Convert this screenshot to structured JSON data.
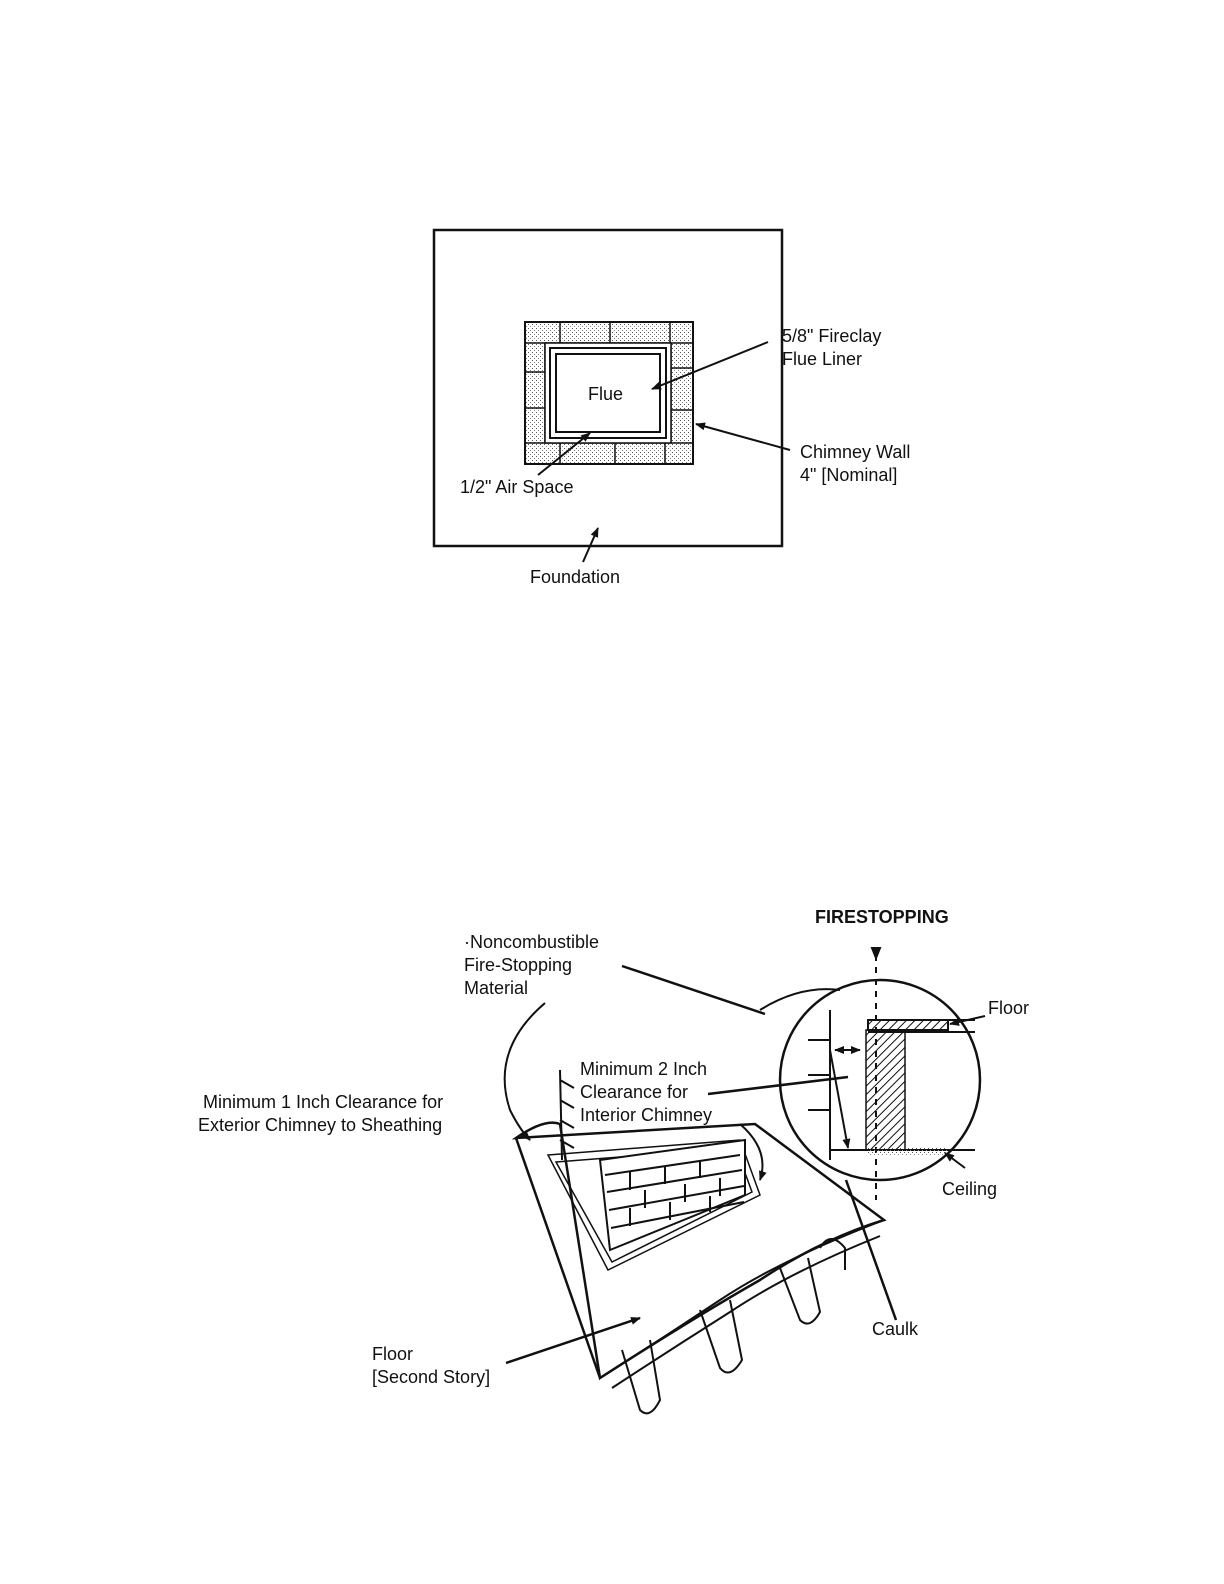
{
  "plan_view": {
    "labels": {
      "flue": "Flue",
      "liner": "5/8\" Fireclay\nFlue Liner",
      "wall": "Chimney Wall\n4\" [Nominal]",
      "air_space": "1/2\" Air Space",
      "foundation": "Foundation"
    }
  },
  "firestop_view": {
    "labels": {
      "title": "FIRESTOPPING",
      "material": "·Noncombustible\nFire-Stopping\nMaterial",
      "interior": "Minimum 2 Inch\nClearance for\nInterior Chimney",
      "exterior": " Minimum 1 Inch Clearance for\nExterior Chimney to Sheathing",
      "floor_upper": "Floor",
      "ceiling": "Ceiling",
      "caulk": "Caulk",
      "floor_second": "Floor\n[Second Story]"
    }
  }
}
